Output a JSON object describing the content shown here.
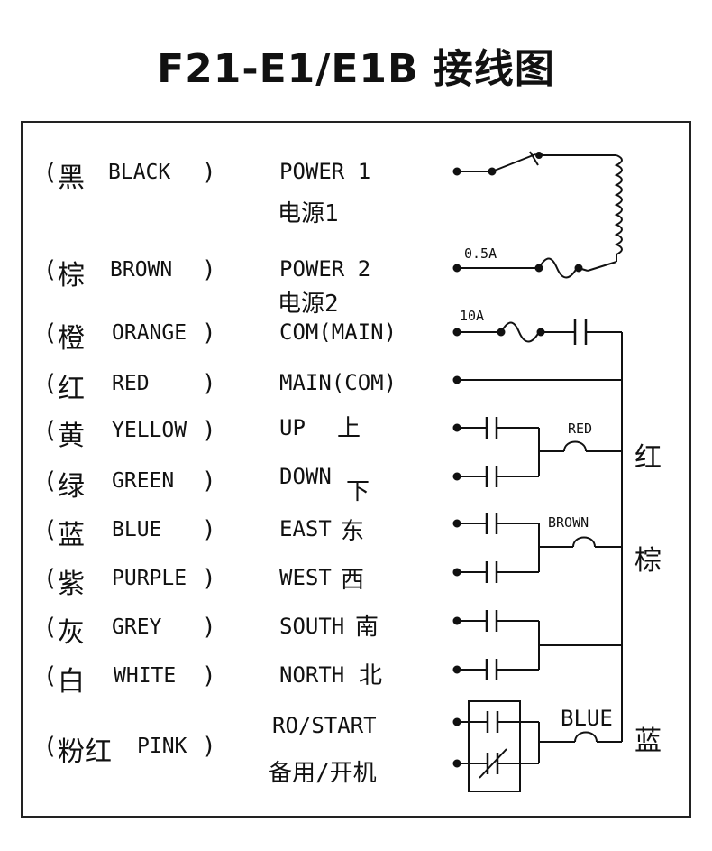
{
  "title": "F21-E1/E1B 接线图",
  "rows": [
    {
      "cn": "黑",
      "en": "BLACK",
      "fn": "POWER 1",
      "fn2": "电源1"
    },
    {
      "cn": "棕",
      "en": "BROWN",
      "fn": "POWER 2",
      "fn2": "电源2"
    },
    {
      "cn": "橙",
      "en": "ORANGE",
      "fn": "COM(MAIN)",
      "fn2": ""
    },
    {
      "cn": "红",
      "en": "RED",
      "fn": "MAIN(COM)",
      "fn2": ""
    },
    {
      "cn": "黄",
      "en": "YELLOW",
      "fn": "UP",
      "fn2": "上"
    },
    {
      "cn": "绿",
      "en": "GREEN",
      "fn": "DOWN",
      "fn2": "下"
    },
    {
      "cn": "蓝",
      "en": "BLUE",
      "fn": "EAST",
      "fn2": "东"
    },
    {
      "cn": "紫",
      "en": "PURPLE",
      "fn": "WEST",
      "fn2": "西"
    },
    {
      "cn": "灰",
      "en": "GREY",
      "fn": "SOUTH",
      "fn2": "南"
    },
    {
      "cn": "白",
      "en": "WHITE",
      "fn": "NORTH",
      "fn2": "北"
    },
    {
      "cn": "粉红",
      "en": "PINK",
      "fn": "RO/START",
      "fn2": "备用/开机"
    }
  ],
  "fuses": {
    "small": "0.5A",
    "main": "10A"
  },
  "coils": {
    "red": "RED",
    "brown": "BROWN",
    "blue": "BLUE"
  },
  "groups": {
    "red": "红",
    "brown": "棕",
    "blue": "蓝"
  },
  "paren_open": "(",
  "paren_close": ")"
}
